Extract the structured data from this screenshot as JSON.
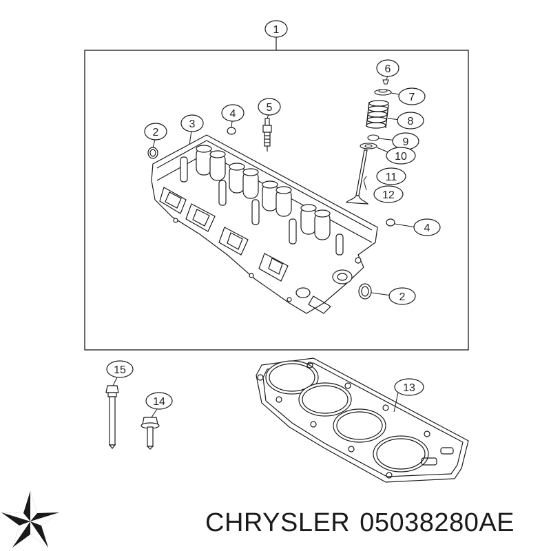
{
  "callouts": [
    {
      "id": "c1",
      "label": "1"
    },
    {
      "id": "c2a",
      "label": "2"
    },
    {
      "id": "c2b",
      "label": "2"
    },
    {
      "id": "c3",
      "label": "3"
    },
    {
      "id": "c4a",
      "label": "4"
    },
    {
      "id": "c4b",
      "label": "4"
    },
    {
      "id": "c5",
      "label": "5"
    },
    {
      "id": "c6",
      "label": "6"
    },
    {
      "id": "c7",
      "label": "7"
    },
    {
      "id": "c8",
      "label": "8"
    },
    {
      "id": "c9",
      "label": "9"
    },
    {
      "id": "c10",
      "label": "10"
    },
    {
      "id": "c11",
      "label": "11"
    },
    {
      "id": "c12",
      "label": "12"
    },
    {
      "id": "c13",
      "label": "13"
    },
    {
      "id": "c14",
      "label": "14"
    },
    {
      "id": "c15",
      "label": "15"
    }
  ],
  "footer": {
    "brand": "CHRYSLER",
    "part_number": "05038280AE",
    "logo_icon": "pentastar-logo-icon"
  },
  "colors": {
    "line": "#1a1a1a",
    "background": "#ffffff"
  }
}
